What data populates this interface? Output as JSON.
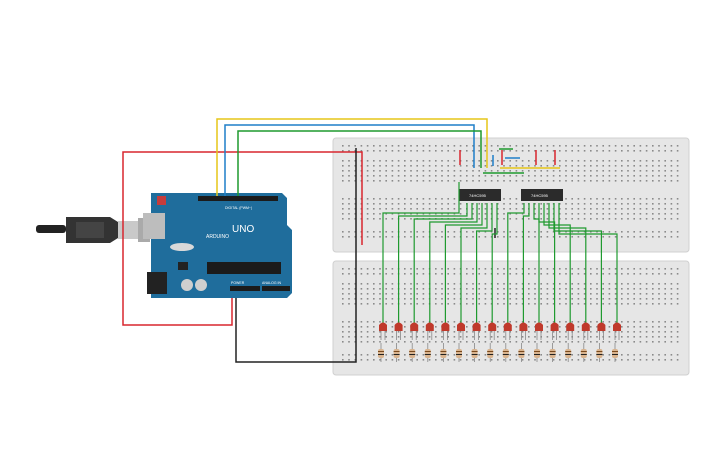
{
  "board": {
    "brand": "ARDUINO",
    "model": "UNO",
    "digital_label": "DIGITAL (PWM~)",
    "power_label": "POWER",
    "analog_label": "ANALOG IN"
  },
  "chips": [
    {
      "label": "74HC595"
    },
    {
      "label": "74HC595"
    }
  ],
  "colors": {
    "board": "#1f6d9c",
    "breadboard": "#e6e6e6",
    "wire_red": "#d8262f",
    "wire_black": "#222222",
    "wire_yellow": "#e6c619",
    "wire_blue": "#1e7ec8",
    "wire_green": "#1f9a2f",
    "led": "#c0392b"
  },
  "led_count": 16,
  "resistor_count": 16
}
